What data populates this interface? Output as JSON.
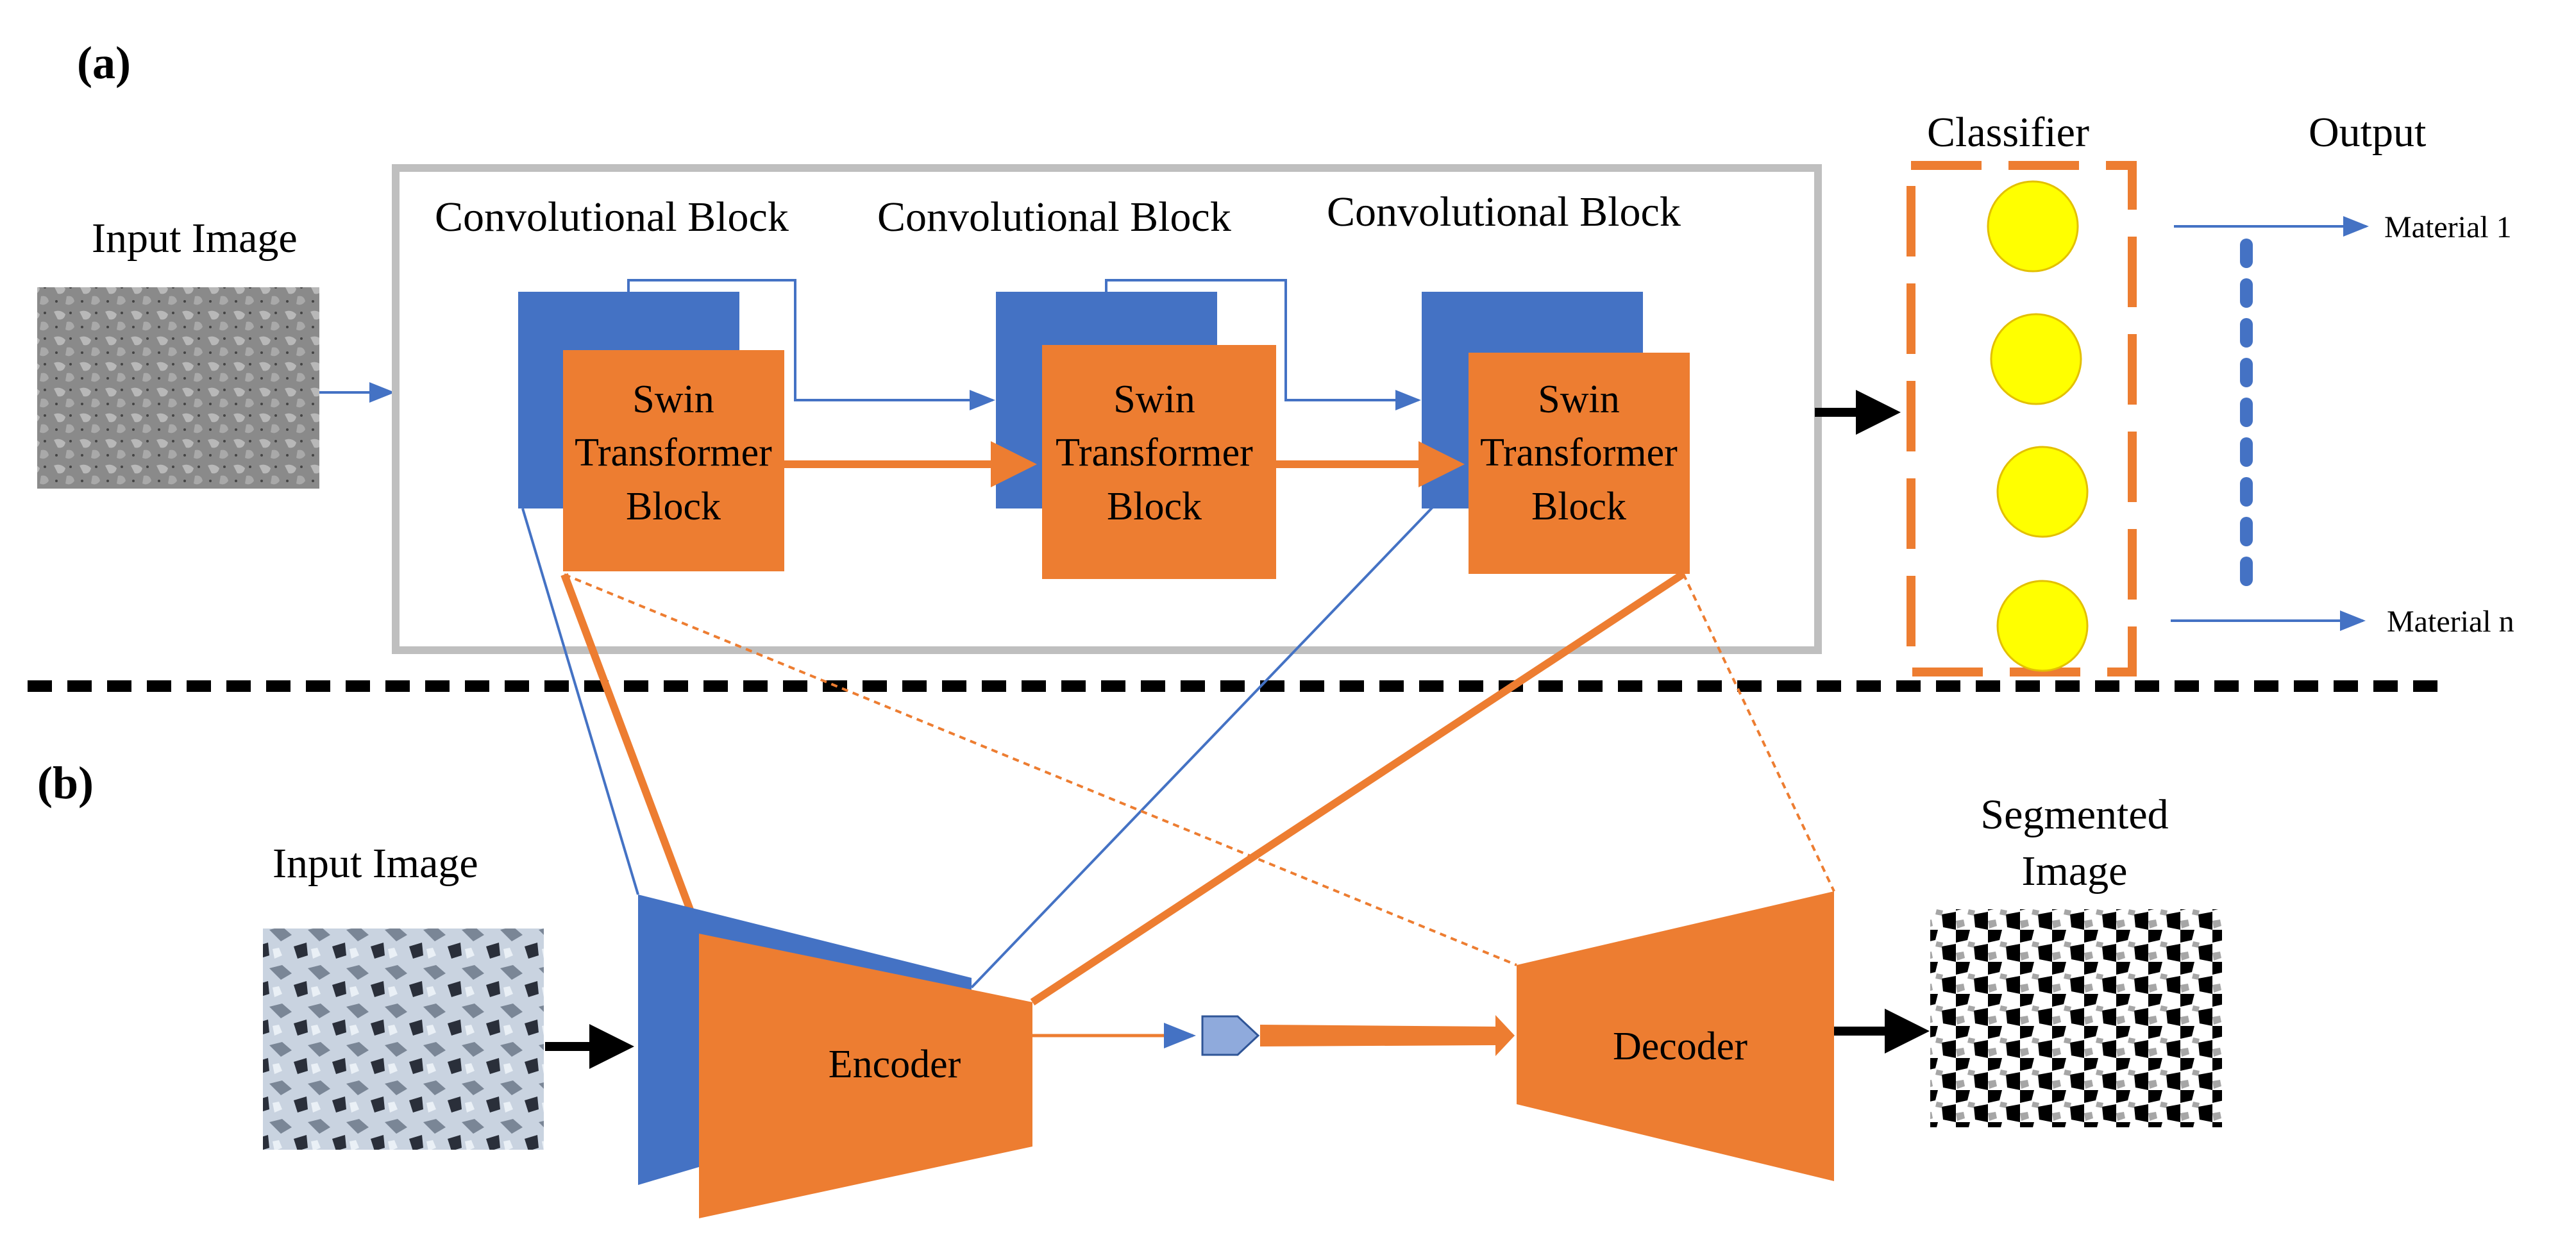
{
  "panel_a": {
    "label": "(a)",
    "input_title": "Input Image",
    "conv_titles": [
      "Convolutional Block",
      "Convolutional Block",
      "Convolutional Block"
    ],
    "swin_lines": [
      "Swin",
      "Transformer",
      "Block"
    ],
    "classifier_title": "Classifier",
    "output_title": "Output",
    "outputs": [
      "Material 1",
      "Material n"
    ]
  },
  "panel_b": {
    "label": "(b)",
    "input_title": "Input Image",
    "encoder_label": "Encoder",
    "decoder_label": "Decoder",
    "segmented_title": [
      "Segmented",
      "Image"
    ]
  },
  "colors": {
    "blue": "#4472C4",
    "orange": "#ED7D31",
    "yellow": "#FFFF00",
    "gray_box": "#BFBFBF",
    "light_blue": "#8FAADC"
  }
}
